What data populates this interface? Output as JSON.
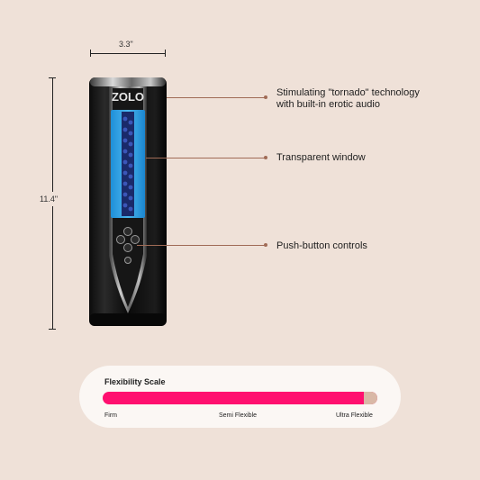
{
  "dimensions": {
    "width": "3.3\"",
    "height": "11.4\""
  },
  "product": {
    "logo": "ZOLO",
    "icon": "stroker-device-icon"
  },
  "callouts": [
    {
      "text_line1": "Stimulating \"tornado\" technology",
      "text_line2": "with built-in erotic audio"
    },
    {
      "text_line1": "Transparent window",
      "text_line2": ""
    },
    {
      "text_line1": "Push-button controls",
      "text_line2": ""
    }
  ],
  "flexibility": {
    "title": "Flexibility Scale",
    "labels": [
      "Firm",
      "Semi Flexible",
      "Ultra Flexible"
    ],
    "level_fraction": 0.95,
    "colors": {
      "fill": "#ff0f6f",
      "track": "#d9b8a6",
      "accent": "#a06b56"
    }
  }
}
